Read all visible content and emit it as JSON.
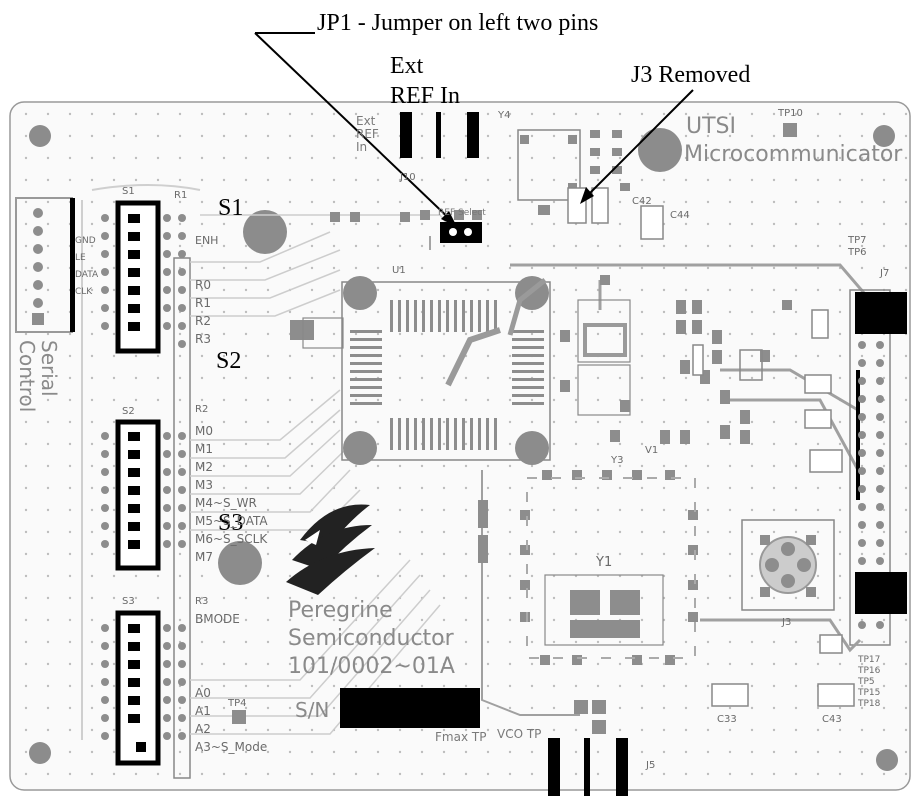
{
  "annotations": {
    "jp1": "JP1 - Jumper on left two pins",
    "ext_line1": "Ext",
    "ext_line2": "REF In",
    "j3_removed": "J3 Removed",
    "s1": "S1",
    "s2": "S2",
    "s3": "S3"
  },
  "board": {
    "brand_line1": "UTSI",
    "brand_line2": "Microcommunicator",
    "maker_line1": "Peregrine",
    "maker_line2": "Semiconductor",
    "part_number": "101/0002~01A",
    "sn_label": "S/N",
    "serial_control": "Serial\nControl",
    "silk_ext_ref": "Ext\nREF\nIn",
    "fmax_tp": "Fmax TP",
    "vco_tp": "VCO TP",
    "ref_select": "REF Select"
  },
  "silk_labels": {
    "u1": "U1",
    "y4": "Y4",
    "y1": "Y1",
    "y3": "Y3",
    "v1": "V1",
    "j10": "J10",
    "j7": "J7",
    "j3": "J3",
    "j5": "J5",
    "tp10": "TP10",
    "tp4": "TP4",
    "tp7": "TP7",
    "tp6": "TP6",
    "c42": "C42",
    "c44": "C44",
    "c33": "C33",
    "c43": "C43",
    "s1_silk": "S1",
    "s2_silk": "S2",
    "s3_silk": "S3",
    "r1": "R1",
    "r2": "R2",
    "r3": "R3",
    "bmode": "BMODE",
    "enh": "ENH",
    "pins_left": [
      "GND",
      "LE",
      "DATA",
      "CLK"
    ],
    "r_labels": [
      "R0",
      "R1",
      "R2",
      "R3"
    ],
    "m_labels": [
      "M0",
      "M1",
      "M2",
      "M3",
      "M4~S_WR",
      "M5~S_DATA",
      "M6~S_SCLK",
      "M7"
    ],
    "a_labels": [
      "A0",
      "A1",
      "A2",
      "A3~S_Mode"
    ],
    "tp_right_bottom": [
      "TP17",
      "TP16",
      "TP5",
      "TP15",
      "TP18"
    ]
  }
}
